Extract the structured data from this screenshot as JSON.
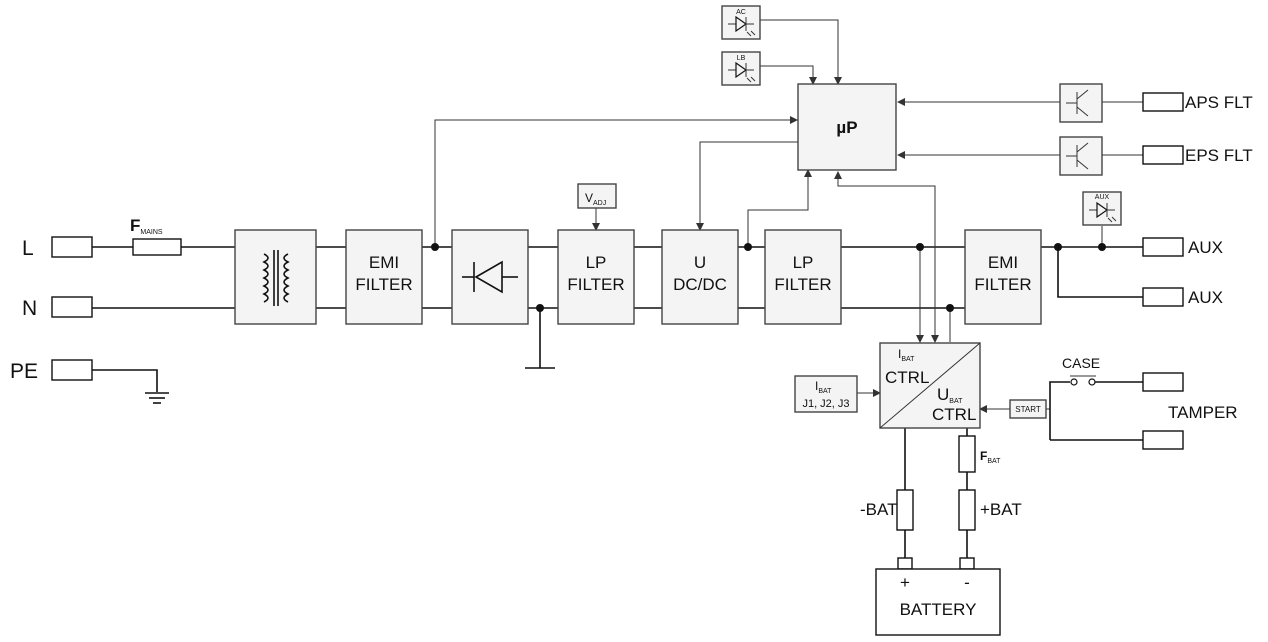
{
  "terminals": {
    "l": "L",
    "n": "N",
    "pe": "PE",
    "aps_flt": "APS FLT",
    "eps_flt": "EPS FLT",
    "aux_1": "AUX",
    "aux_2": "AUX",
    "tamper": "TAMPER",
    "case": "CASE"
  },
  "fuses": {
    "mains": {
      "main": "F",
      "sub": "MAINS"
    },
    "bat": {
      "main": "F",
      "sub": "BAT"
    }
  },
  "blocks": {
    "emi_filter_1": [
      "EMI",
      "FILTER"
    ],
    "lp_filter_1": [
      "LP",
      "FILTER"
    ],
    "dcdc": [
      "U",
      "DC/DC"
    ],
    "lp_filter_2": [
      "LP",
      "FILTER"
    ],
    "emi_filter_2": [
      "EMI",
      "FILTER"
    ],
    "up": "µP",
    "vadj": {
      "main": "V",
      "sub": "ADJ"
    },
    "ibat_set": {
      "main": "I",
      "sub": "BAT",
      "line2": "J1, J2, J3"
    },
    "start": "START",
    "ctrl": {
      "i_main": "I",
      "i_sub": "BAT",
      "i_line2": "CTRL",
      "u_main": "U",
      "u_sub": "BAT",
      "u_line2": "CTRL"
    }
  },
  "leds": {
    "ac": "AC",
    "lb": "LB",
    "aux": "AUX"
  },
  "battery": {
    "plus": "+",
    "minus": "-",
    "label": "BATTERY"
  },
  "battery_leads": {
    "neg": "-BAT",
    "pos": "+BAT"
  }
}
